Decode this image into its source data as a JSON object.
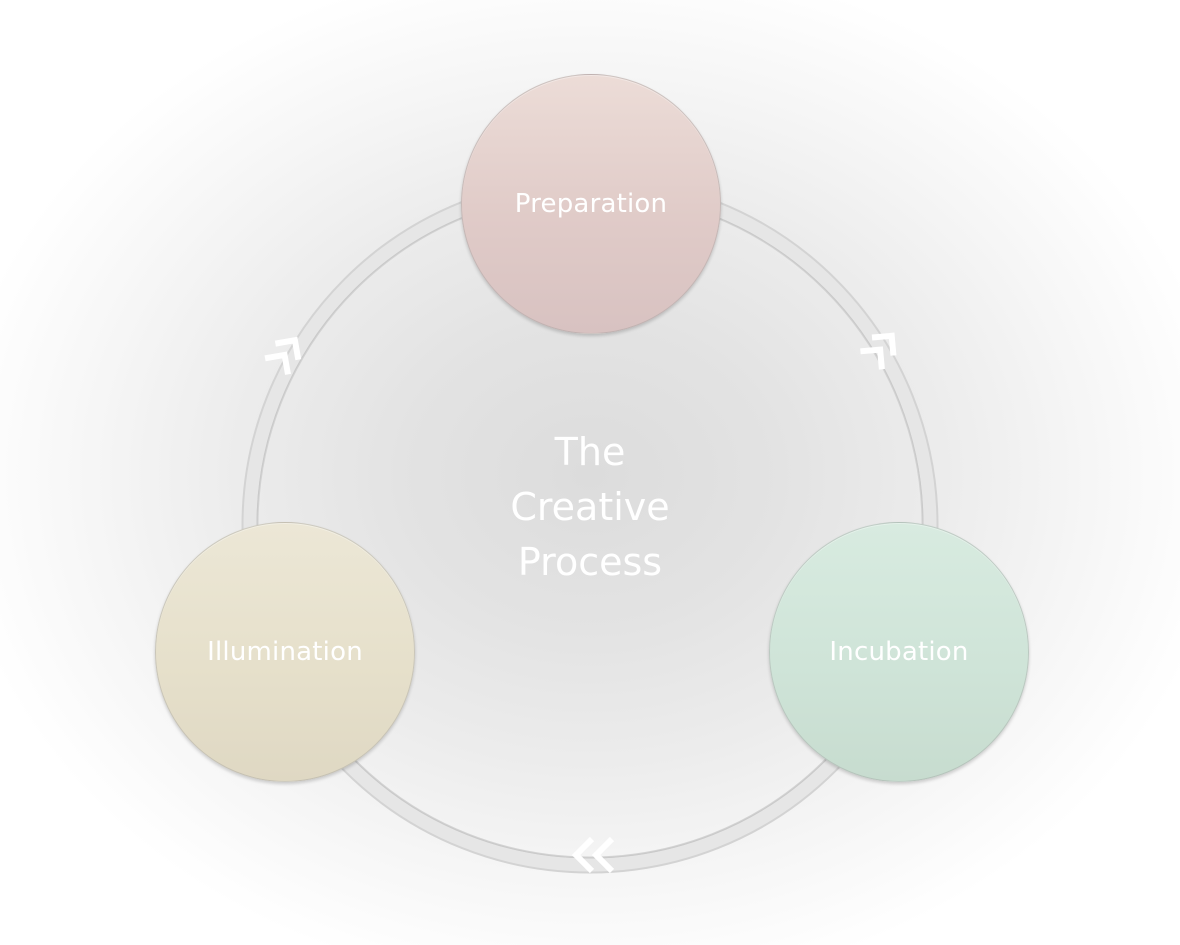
{
  "diagram": {
    "title_lines": [
      "The",
      "Creative",
      "Process"
    ],
    "nodes": [
      {
        "id": "preparation",
        "label": "Preparation",
        "color": "#e4d1cd"
      },
      {
        "id": "incubation",
        "label": "Incubation",
        "color": "#d2e6da"
      },
      {
        "id": "illumination",
        "label": "Illumination",
        "color": "#e8e2ce"
      }
    ],
    "arrows": [
      {
        "from": "preparation",
        "to": "incubation",
        "icon": "double-chevron-icon"
      },
      {
        "from": "incubation",
        "to": "illumination",
        "icon": "double-chevron-icon"
      },
      {
        "from": "illumination",
        "to": "preparation",
        "icon": "double-chevron-icon"
      }
    ],
    "colors": {
      "ring": "#e3e3e3",
      "chevron": "#ffffff"
    }
  }
}
